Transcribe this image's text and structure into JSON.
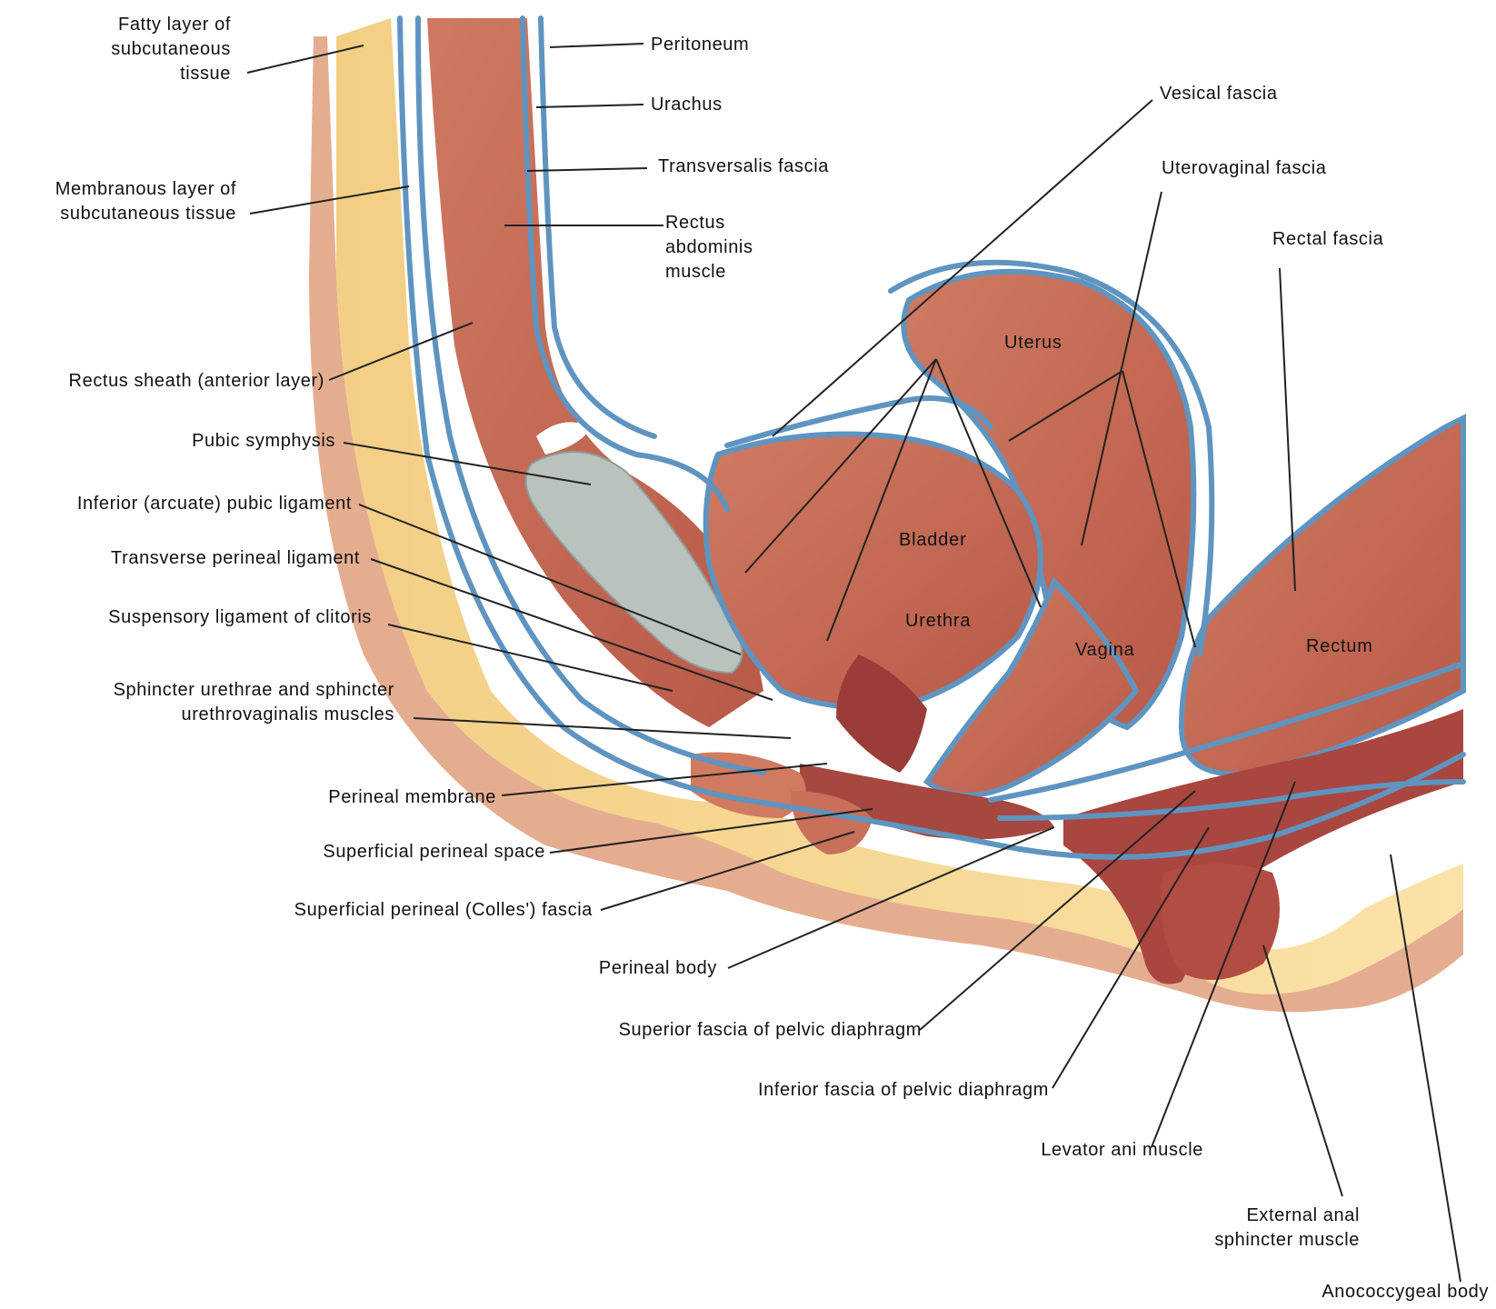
{
  "labels": {
    "fatty_layer": "Fatty layer of\nsubcutaneous\ntissue",
    "membranous_layer": "Membranous layer of\nsubcutaneous tissue",
    "rectus_sheath": "Rectus sheath (anterior layer)",
    "pubic_symphysis": "Pubic symphysis",
    "inferior_pubic_ligament": "Inferior (arcuate) pubic ligament",
    "transverse_perineal_ligament": "Transverse perineal ligament",
    "suspensory_ligament": "Suspensory ligament of clitoris",
    "sphincter_urethrae": "Sphincter urethrae and sphincter\nurethrovaginalis muscles",
    "perineal_membrane": "Perineal membrane",
    "superficial_perineal_space": "Superficial perineal space",
    "colles_fascia": "Superficial perineal (Colles') fascia",
    "perineal_body": "Perineal body",
    "superior_fascia": "Superior fascia of pelvic diaphragm",
    "inferior_fascia": "Inferior fascia of pelvic diaphragm",
    "levator_ani": "Levator ani muscle",
    "external_anal_sphincter": "External anal\nsphincter muscle",
    "anococcygeal_body": "Anococcygeal body",
    "peritoneum": "Peritoneum",
    "urachus": "Urachus",
    "transversalis_fascia": "Transversalis fascia",
    "rectus_abdominis": "Rectus\nabdominis\nmuscle",
    "vesical_fascia": "Vesical fascia",
    "uterovaginal_fascia": "Uterovaginal fascia",
    "rectal_fascia": "Rectal fascia"
  },
  "organs": {
    "uterus": "Uterus",
    "bladder": "Bladder",
    "urethra": "Urethra",
    "vagina": "Vagina",
    "rectum": "Rectum"
  },
  "colors": {
    "fat": "#f6d894",
    "skin": "#e3aa8c",
    "muscle": "#c8705a",
    "muscle_dark": "#9c3f3a",
    "fascia": "#5f94c0",
    "bone": "#b7c0bb",
    "leader": "#222222"
  }
}
